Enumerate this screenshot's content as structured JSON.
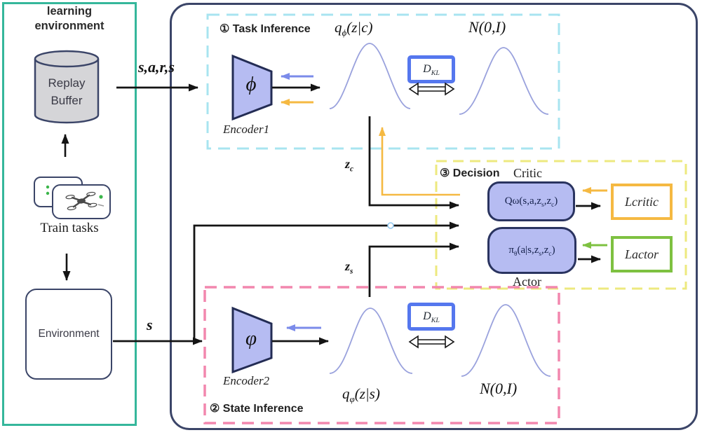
{
  "left_panel": {
    "title": "learning environment",
    "replay_buffer_label": "Replay Buffer",
    "train_tasks_label": "Train tasks",
    "environment_label": "Environment"
  },
  "signals": {
    "sars_label": "s,a,r,s",
    "s_label": "s",
    "zc": {
      "base": "z",
      "sub": "c"
    },
    "zs": {
      "base": "z",
      "sub": "s"
    }
  },
  "task_inference": {
    "title": "① Task Inference",
    "dist": {
      "base": "q",
      "sub": "ϕ",
      "rest": "(z|c)"
    },
    "encoder_symbol": "ϕ",
    "encoder_label": "Encoder1",
    "kl": {
      "base": "D",
      "sub": "KL"
    },
    "prior_label": "N(0,I)"
  },
  "state_inference": {
    "title": "② State Inference",
    "dist": {
      "base": "q",
      "sub": "φ",
      "rest": "(z|s)"
    },
    "encoder_symbol": "φ",
    "encoder_label": "Encoder2",
    "kl": {
      "base": "D",
      "sub": "KL"
    },
    "prior_label": "N(0,I)"
  },
  "decision": {
    "title": "③ Decision",
    "critic_caption": "Critic",
    "actor_caption": "Actor",
    "critic_fn": {
      "p1": "Qω(s,a,z",
      "s1": "s",
      "p2": ",z",
      "s2": "c",
      "p3": ")"
    },
    "actor_fn": {
      "p1": "π",
      "s0": "θ",
      "p2": "(a|s,z",
      "s1": "s",
      "p3": ",z",
      "s2": "c",
      "p4": ")"
    },
    "critic_loss_label": "Lcritic",
    "actor_loss_label": "Lactor"
  },
  "colors": {
    "panel_green": "#35b79b",
    "outer_navy": "#3b4568",
    "cyan_dashed": "#a8e4f0",
    "pink_dashed": "#f287ae",
    "yellow_dashed": "#ede97f",
    "module_fill": "#b6bcf2",
    "module_border": "#2a3460",
    "kl_blue": "#5577ee",
    "arrow_blue": "#7b8bea",
    "arrow_orange": "#f5b942",
    "arrow_green": "#7ec141",
    "gaussian_purple": "#9aa2dd"
  }
}
